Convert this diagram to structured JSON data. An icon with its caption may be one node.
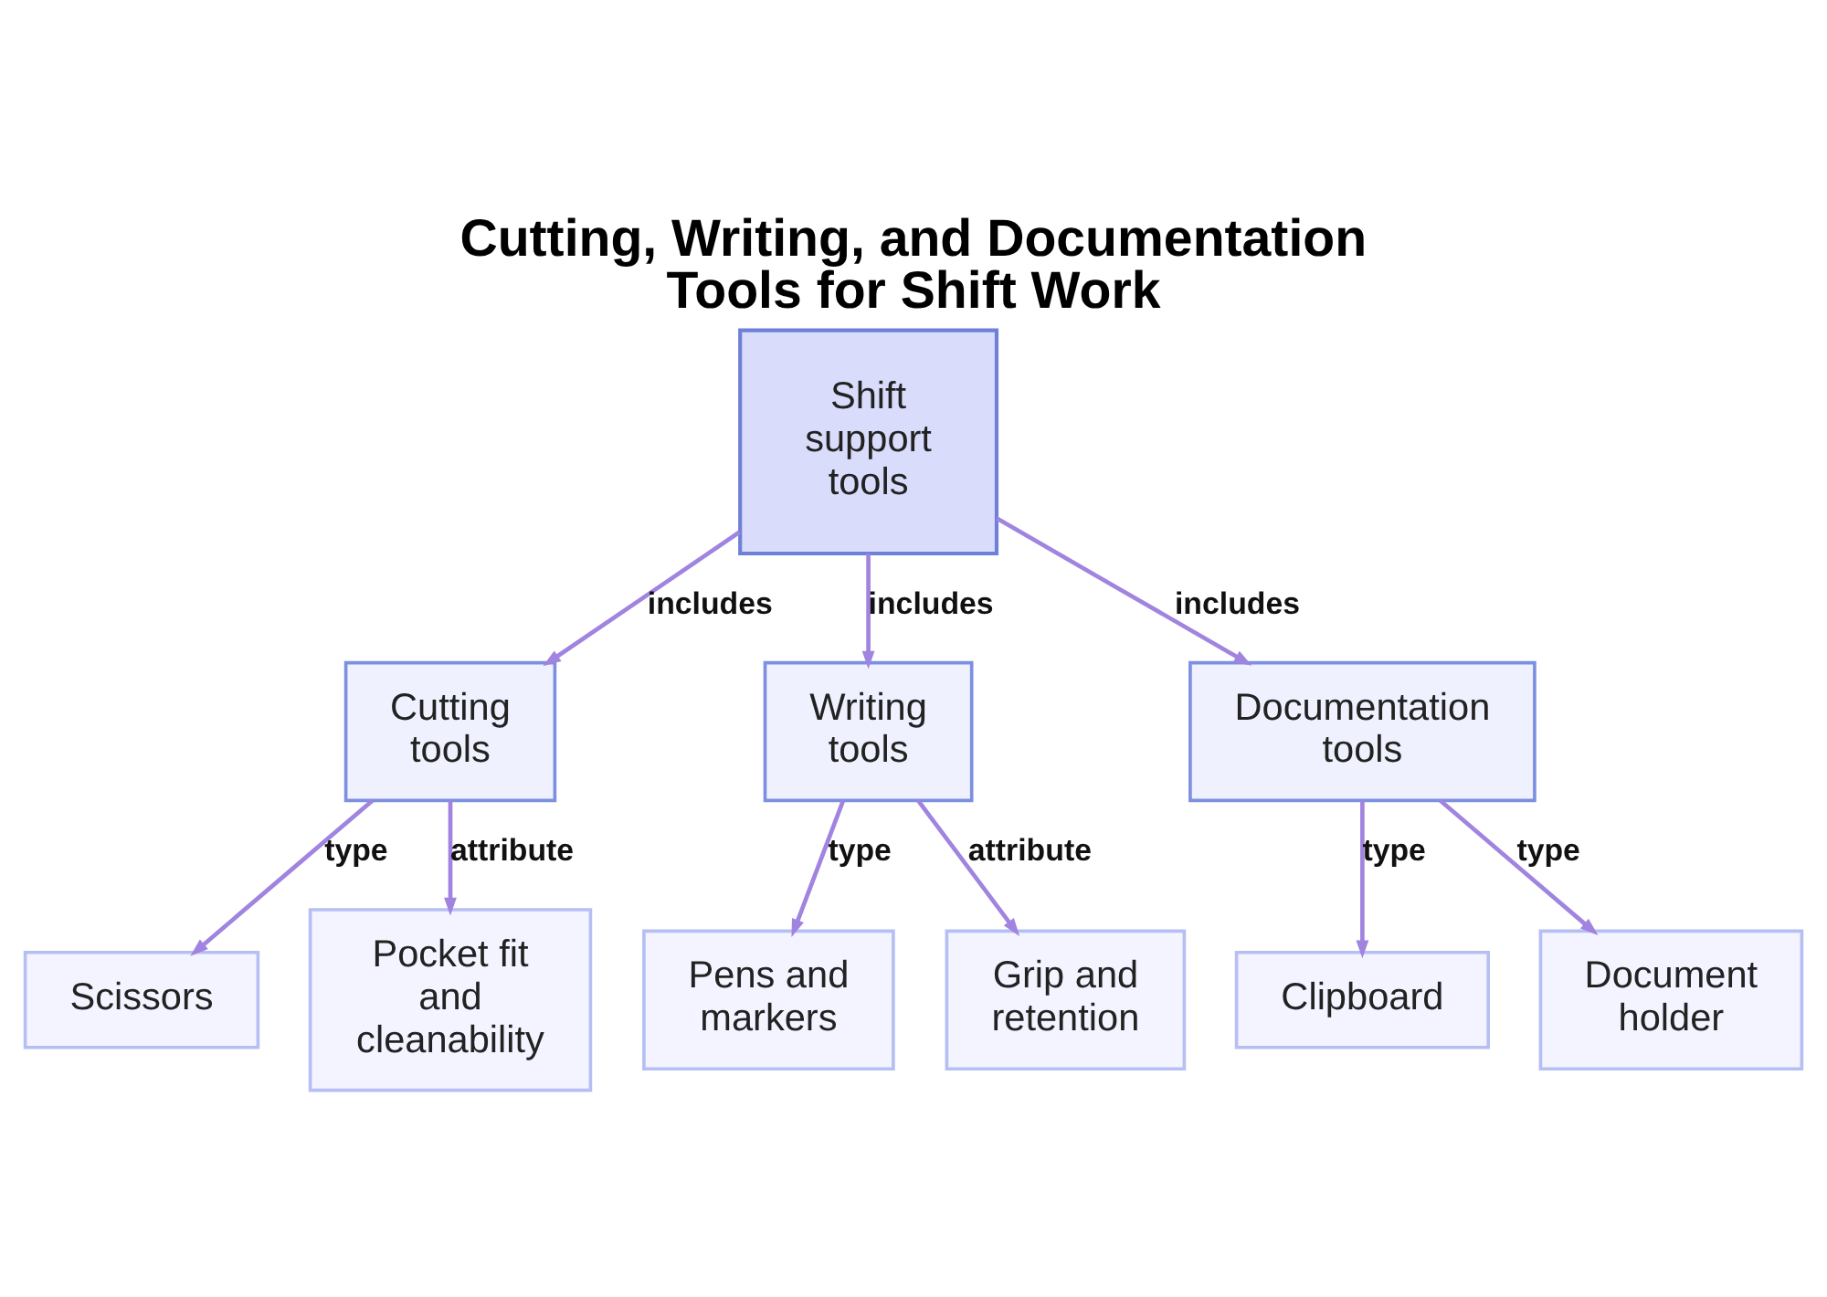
{
  "diagram": {
    "title": "Cutting, Writing, and Documentation Tools for Shift Work",
    "nodes": [
      {
        "text": [
          "Shift support tools"
        ]
      },
      {
        "text": [
          "Cutting tools"
        ]
      },
      {
        "text": [
          "Writing tools"
        ]
      },
      {
        "text": [
          "Documentation tools"
        ]
      },
      {
        "text": [
          "Scissors"
        ]
      },
      {
        "text": [
          "Pocket fit and cleanability"
        ]
      },
      {
        "text": [
          "Pens and markers"
        ]
      },
      {
        "text": [
          "Grip and retention"
        ]
      },
      {
        "text": [
          "Clipboard"
        ]
      },
      {
        "text": [
          "Document holder"
        ]
      }
    ],
    "edges": [
      {
        "from": 0,
        "to": 1,
        "arrow": "to",
        "label": "includes"
      },
      {
        "from": 0,
        "to": 2,
        "arrow": "to",
        "label": "includes"
      },
      {
        "from": 0,
        "to": 3,
        "arrow": "to",
        "label": "includes"
      },
      {
        "from": 1,
        "to": 4,
        "arrow": "to",
        "label": "type"
      },
      {
        "from": 1,
        "to": 5,
        "arrow": "to",
        "label": "attribute"
      },
      {
        "from": 2,
        "to": 6,
        "arrow": "to",
        "label": "type"
      },
      {
        "from": 2,
        "to": 7,
        "arrow": "to",
        "label": "attribute"
      },
      {
        "from": 3,
        "to": 8,
        "arrow": "to",
        "label": "type"
      },
      {
        "from": 3,
        "to": 9,
        "arrow": "to",
        "label": "type"
      }
    ]
  }
}
